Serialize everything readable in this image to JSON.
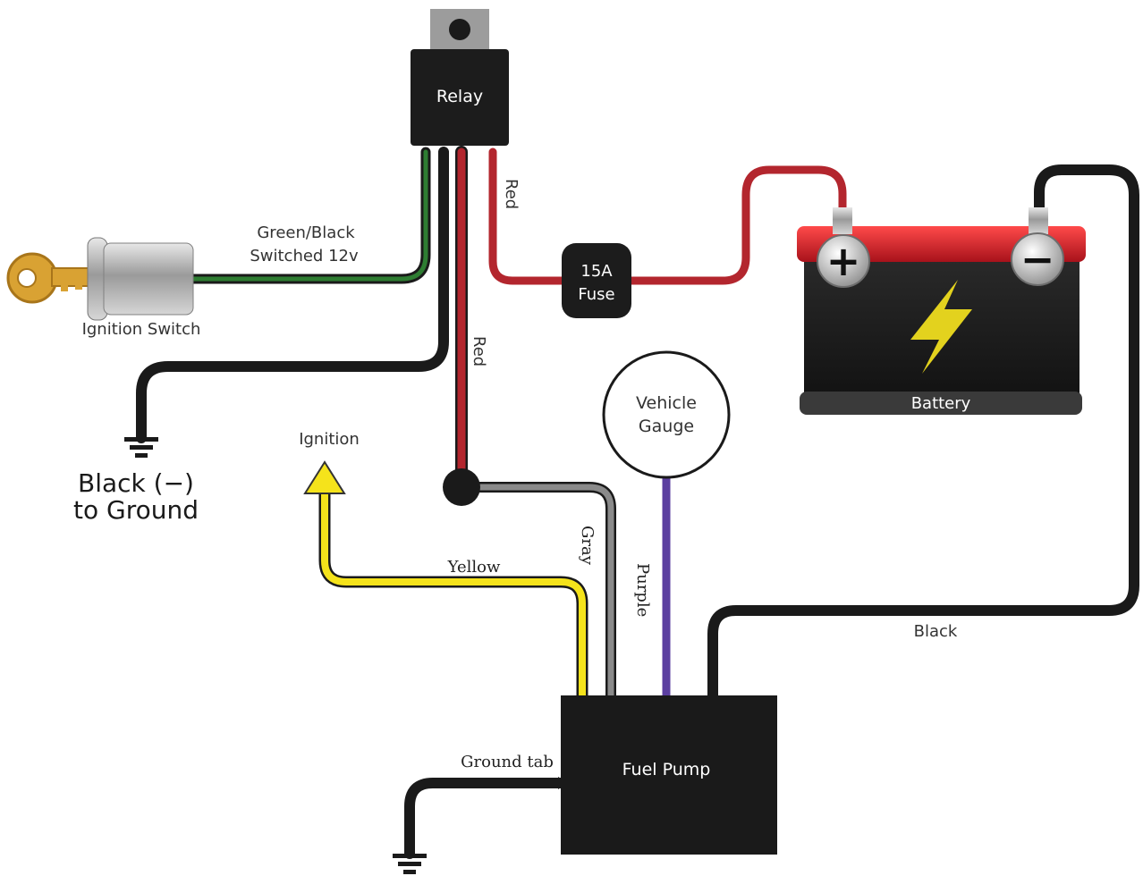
{
  "components": {
    "relay": "Relay",
    "ignition_switch": "Ignition Switch",
    "fuse_line1": "15A",
    "fuse_line2": "Fuse",
    "battery": "Battery",
    "battery_positive": "+",
    "battery_negative": "−",
    "gauge_line1": "Vehicle",
    "gauge_line2": "Gauge",
    "fuel_pump": "Fuel Pump"
  },
  "wire_labels": {
    "green_black_line1": "Green/Black",
    "green_black_line2": "Switched 12v",
    "red_upper": "Red",
    "red_lower": "Red",
    "yellow": "Yellow",
    "gray": "Gray",
    "purple": "Purple",
    "black": "Black",
    "ground_tab": "Ground tab",
    "ignition": "Ignition"
  },
  "ground": {
    "line1": "Black (−)",
    "line2": "to Ground"
  },
  "colors": {
    "red": "#b3262e",
    "green": "#2e7d32",
    "black": "#1a1a1a",
    "yellow": "#f5e31b",
    "gray": "#8a8a8a",
    "purple": "#5b3fa0",
    "battery_top": "#c8202a",
    "bolt": "#e3d21e"
  }
}
